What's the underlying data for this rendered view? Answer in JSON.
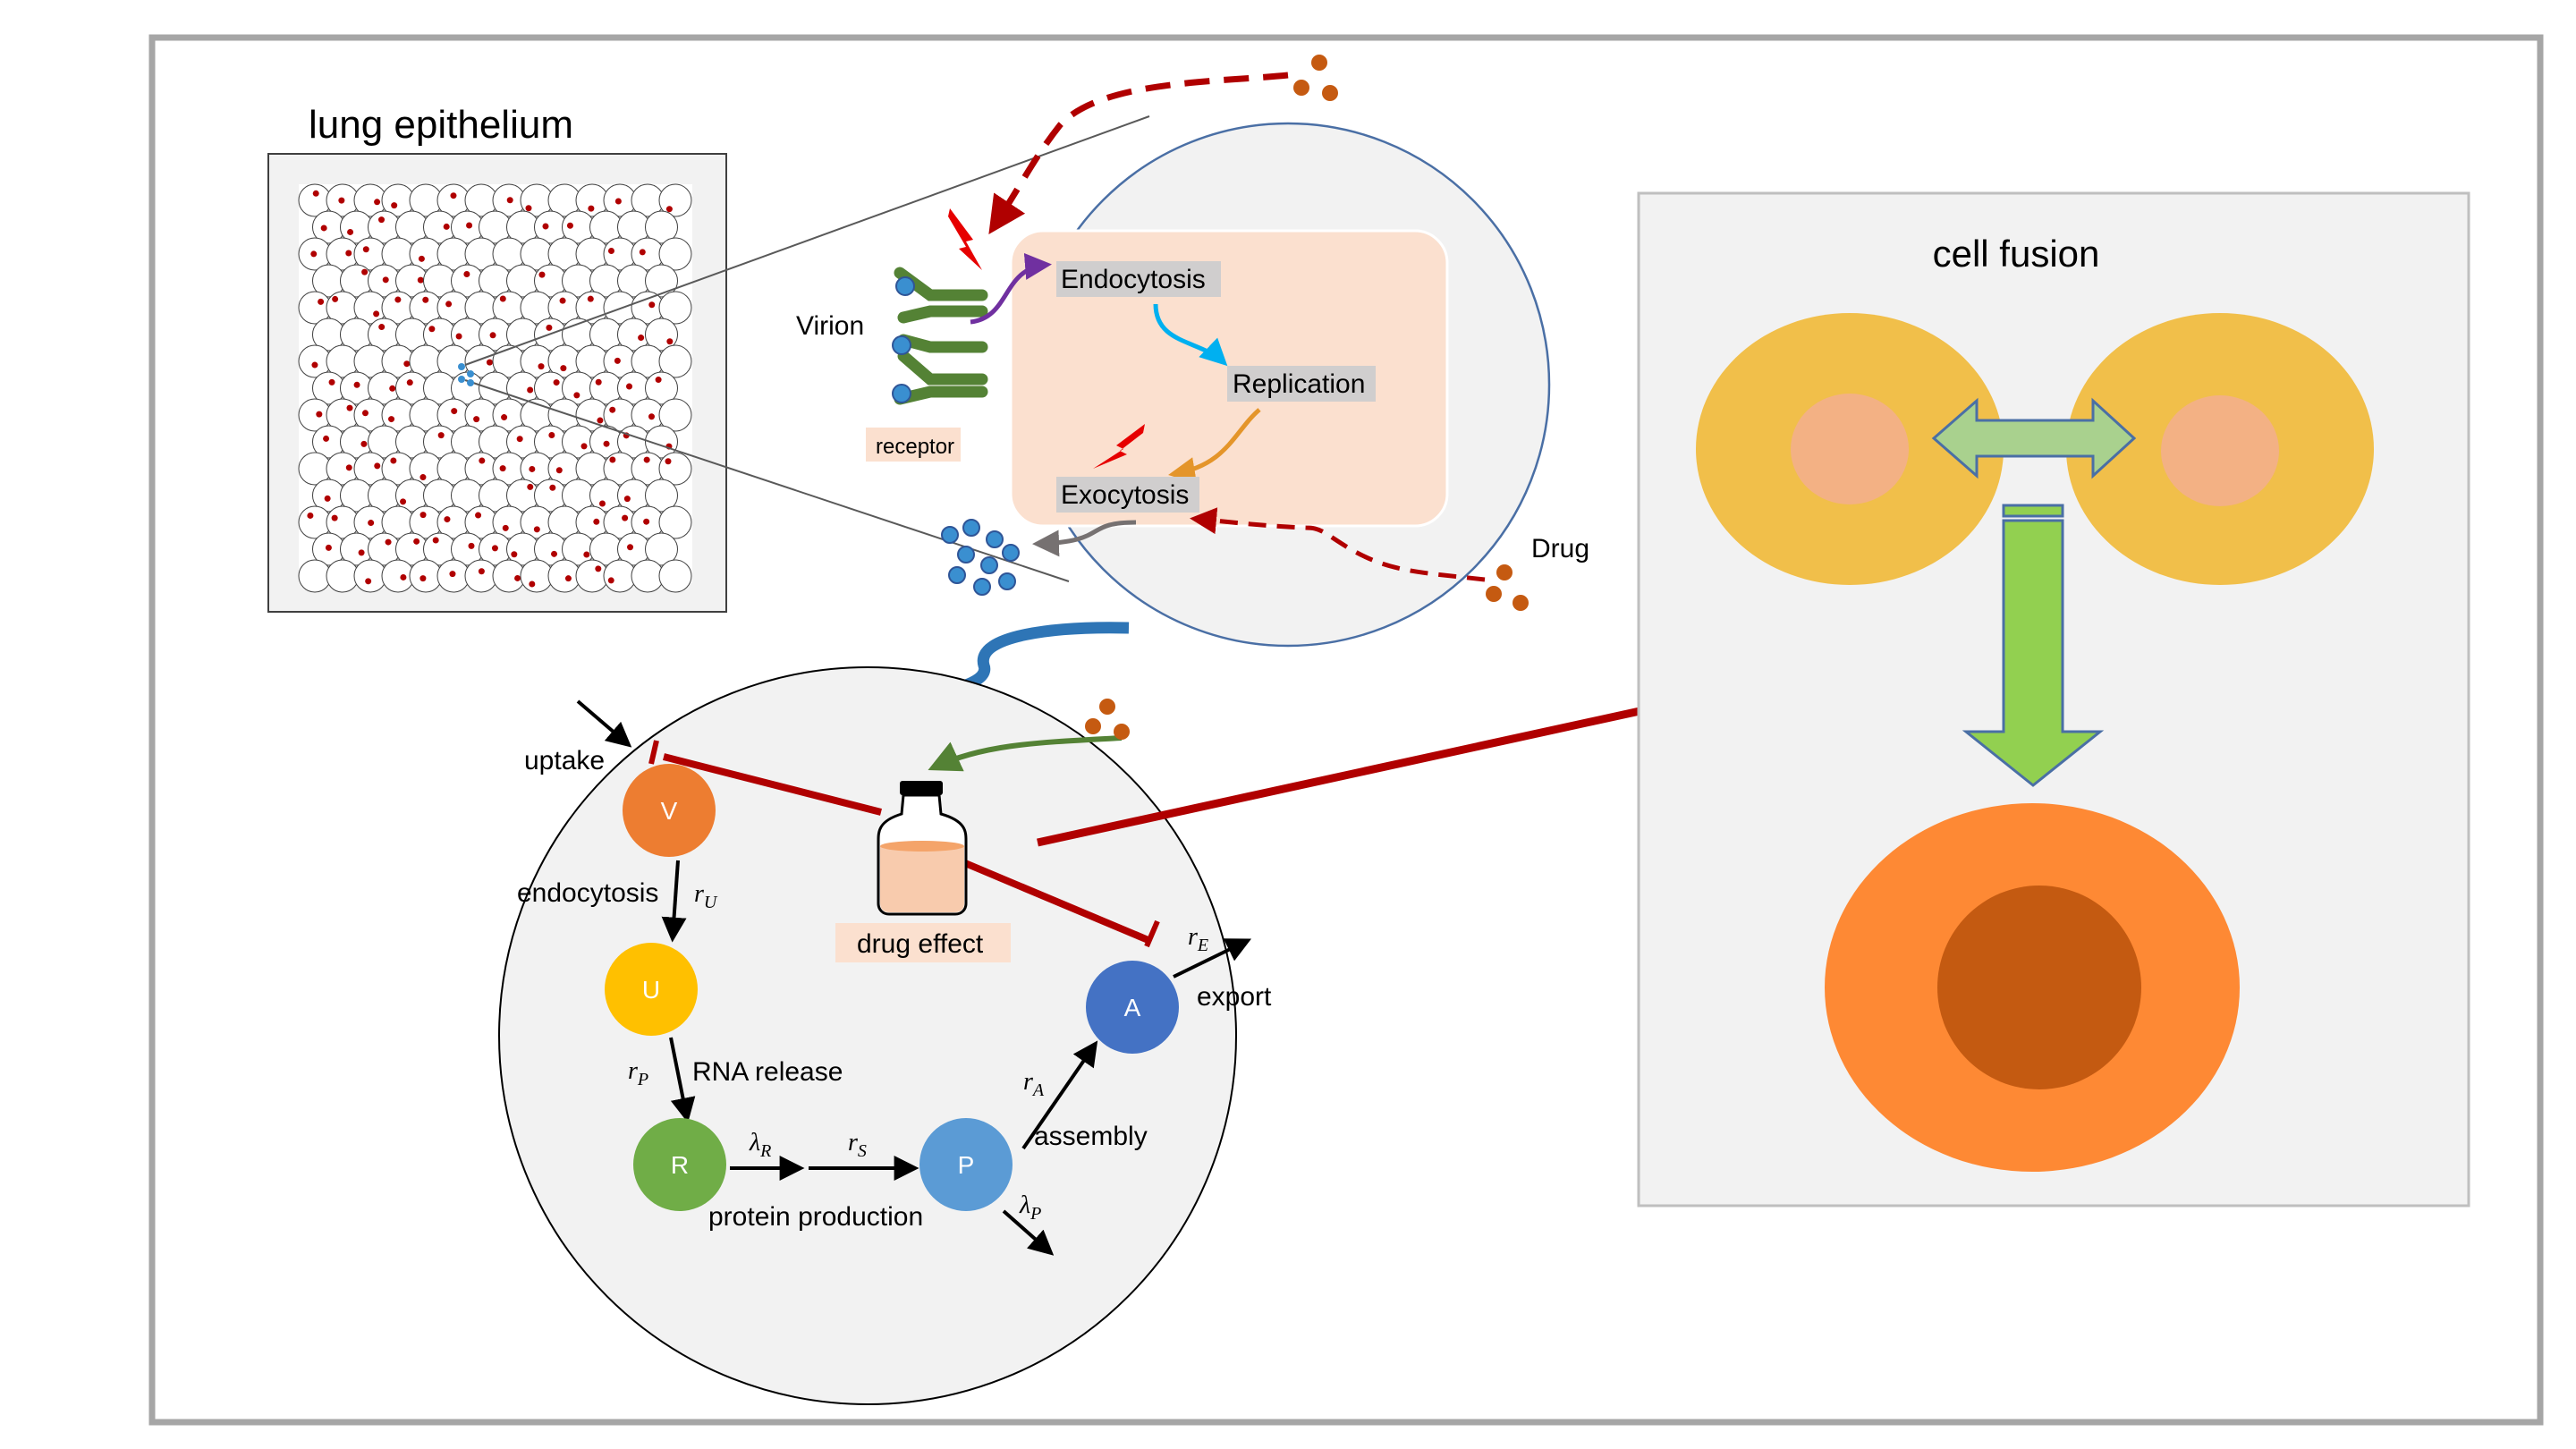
{
  "colors": {
    "drug_red": "#b00000",
    "virion_green": "#548235",
    "virion_blue": "#3a8fd0",
    "arrow_blue": "#2e75b6",
    "cell_pink": "#fbe0cf",
    "label_grey": "#d0cece",
    "fusion_yellow": "#f1bf4a",
    "fusion_nucleus": "#f3b184",
    "fused_orange": "#fe8934",
    "fused_nucleus": "#c45a11",
    "node_V": "#ed7d31",
    "node_U": "#ffc000",
    "node_R": "#70ad47",
    "node_P": "#5b9bd5",
    "node_A": "#4472c4"
  },
  "epithelium": {
    "title": "lung epithelium"
  },
  "infection": {
    "virion_label": "Virion",
    "receptor_label": "receptor",
    "endocytosis_label": "Endocytosis",
    "replication_label": "Replication",
    "exocytosis_label": "Exocytosis",
    "drug_label": "Drug"
  },
  "model": {
    "uptake": "uptake",
    "endocytosis": "endocytosis",
    "rna_release": "RNA release",
    "protein_production": "protein production",
    "assembly": "assembly",
    "export": "export",
    "drug_effect": "drug effect",
    "nodes": {
      "V": "V",
      "U": "U",
      "R": "R",
      "P": "P",
      "A": "A"
    },
    "rates": {
      "rU": "r",
      "rU_sub": "U",
      "rP": "r",
      "rP_sub": "P",
      "lamR": "λ",
      "lamR_sub": "R",
      "rS": "r",
      "rS_sub": "S",
      "rA": "r",
      "rA_sub": "A",
      "lamP": "λ",
      "lamP_sub": "P",
      "rE": "r",
      "rE_sub": "E"
    }
  },
  "fusion": {
    "title": "cell fusion"
  }
}
